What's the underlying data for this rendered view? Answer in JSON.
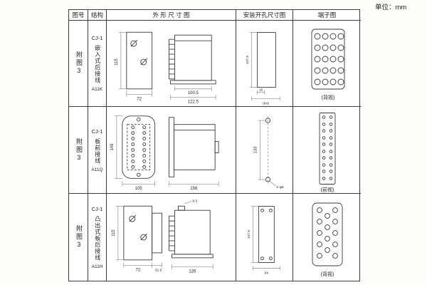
{
  "unit_label": "单位：mm",
  "headers": {
    "fig_no": "图号",
    "structure": "结构",
    "outline": "外 形 尺 寸 图",
    "mounting": "安装开孔尺寸图",
    "terminal": "端子图"
  },
  "rows": [
    {
      "fig_no": "附图3",
      "model": "CJ-1",
      "desc": "嵌入式后接线",
      "code": "A11K",
      "outline": {
        "height": "115",
        "width": "72",
        "body": "100.5",
        "overall": "122.5"
      },
      "mounting": {
        "height": "107.5",
        "offset": "16",
        "span": "(64)"
      },
      "terminal_view": "(背视)"
    },
    {
      "fig_no": "附图3",
      "model": "CJ-1",
      "desc": "板前接线",
      "code": "A11Q",
      "outline": {
        "height": "149",
        "width": "105",
        "depth": "156"
      },
      "mounting": {
        "height": "133",
        "holes": "2-φ5"
      },
      "terminal_view": "(前视)"
    },
    {
      "fig_no": "附图3",
      "model": "CJ-1",
      "desc": "凸出式板后接线",
      "code": "A11H",
      "outline": {
        "height": "115",
        "width": "72",
        "rear": "31.5",
        "stud": "9.5",
        "depth": "126"
      },
      "mounting": {
        "height": "107.5",
        "width": "64"
      },
      "terminal_view": "(背视)"
    }
  ]
}
